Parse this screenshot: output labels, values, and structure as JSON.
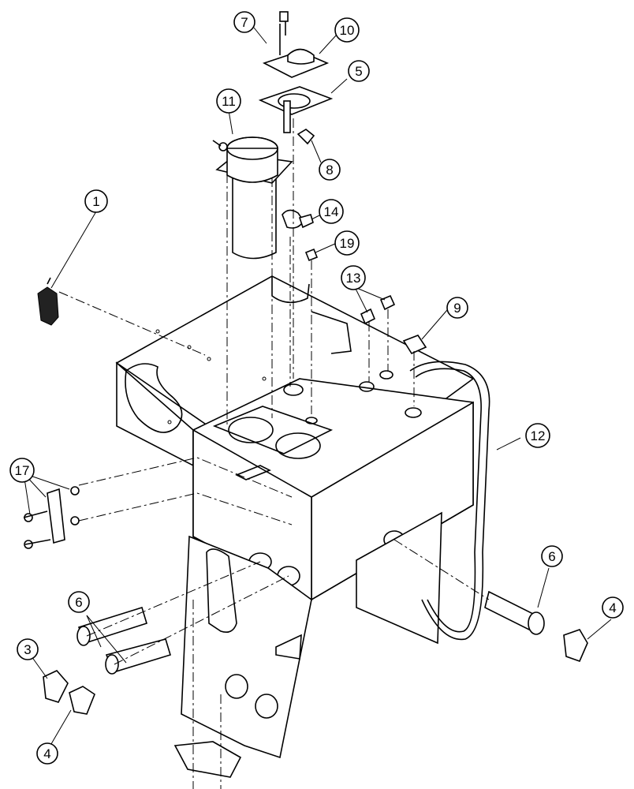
{
  "callouts": [
    {
      "id": "callout-1",
      "label": "1"
    },
    {
      "id": "callout-3",
      "label": "3"
    },
    {
      "id": "callout-4-left",
      "label": "4"
    },
    {
      "id": "callout-4-right",
      "label": "4"
    },
    {
      "id": "callout-5",
      "label": "5"
    },
    {
      "id": "callout-6-left",
      "label": "6"
    },
    {
      "id": "callout-6-right",
      "label": "6"
    },
    {
      "id": "callout-7",
      "label": "7"
    },
    {
      "id": "callout-8",
      "label": "8"
    },
    {
      "id": "callout-9",
      "label": "9"
    },
    {
      "id": "callout-10",
      "label": "10"
    },
    {
      "id": "callout-11",
      "label": "11"
    },
    {
      "id": "callout-12",
      "label": "12"
    },
    {
      "id": "callout-13",
      "label": "13"
    },
    {
      "id": "callout-14",
      "label": "14"
    },
    {
      "id": "callout-17",
      "label": "17"
    },
    {
      "id": "callout-19",
      "label": "19"
    }
  ]
}
